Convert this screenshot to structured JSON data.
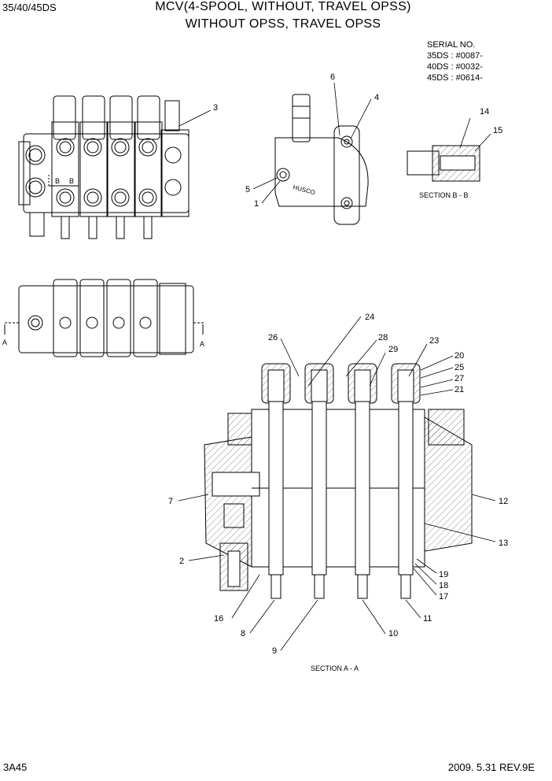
{
  "header": {
    "model": "35/40/45DS",
    "title_line1": "MCV(4-SPOOL, WITHOUT, TRAVEL OPSS)",
    "title_line2": "WITHOUT OPSS, TRAVEL OPSS"
  },
  "serial": {
    "heading": "SERIAL NO.",
    "lines": [
      "35DS : #0087-",
      "40DS : #0032-",
      "45DS : #0614-"
    ]
  },
  "section_labels": {
    "b_b": "SECTION B - B",
    "a_a": "SECTION A - A",
    "cut_b": "B",
    "cut_a": "A"
  },
  "callouts": {
    "top_front": [
      "3"
    ],
    "side": [
      "6",
      "4",
      "5",
      "1"
    ],
    "section_b": [
      "14",
      "15"
    ],
    "section_a": [
      "24",
      "26",
      "28",
      "29",
      "23",
      "20",
      "25",
      "27",
      "21",
      "7",
      "12",
      "13",
      "2",
      "19",
      "18",
      "17",
      "16",
      "8",
      "9",
      "10",
      "11"
    ]
  },
  "footer": {
    "page": "3A45",
    "date_rev": "2009. 5.31  REV.9E"
  }
}
